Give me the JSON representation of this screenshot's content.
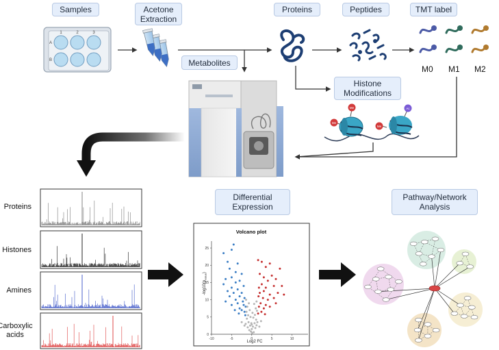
{
  "workflow": {
    "samples": "Samples",
    "acetone_extraction": "Acetone Extraction",
    "metabolites": "Metabolites",
    "proteins": "Proteins",
    "peptides": "Peptides",
    "tmt_label": "TMT label",
    "histone_modifications": "Histone Modifications",
    "tmt_channels": [
      "M0",
      "M1",
      "M2"
    ],
    "tmt_colors": [
      "#4b5aa6",
      "#2f6b5c",
      "#b07a2e"
    ],
    "histone_marks": [
      "Me",
      "Ac"
    ],
    "plate_columns": [
      "1",
      "2",
      "3"
    ],
    "plate_rows": [
      "A",
      "B"
    ]
  },
  "spectra": {
    "panels": [
      {
        "label": "Proteins",
        "color": "#8e8e8e"
      },
      {
        "label": "Histones",
        "color": "#3a3a3a"
      },
      {
        "label": "Amines",
        "color": "#5a6fd0"
      },
      {
        "label": "Carboxylic acids",
        "color": "#e25a5a"
      }
    ]
  },
  "analysis": {
    "differential_expression": "Differential Expression",
    "pathway_network": "Pathway/Network Analysis"
  },
  "chart_data": {
    "type": "scatter",
    "title": "Volcano plot",
    "xlabel": "Log2 FC",
    "ylabel": "-log10(p",
    "ylabel_sub": "value",
    "ylabel_close": ")",
    "xlim": [
      -10,
      14
    ],
    "ylim": [
      0,
      27
    ],
    "x_ticks": [
      "-10",
      "-5",
      "0",
      "5",
      "10"
    ],
    "y_ticks": [
      "0",
      "5",
      "10",
      "15",
      "20",
      "25"
    ],
    "series": [
      {
        "color": "#3a7dc4",
        "points": [
          [
            -7,
            23.5
          ],
          [
            -5,
            24.5
          ],
          [
            -4.5,
            26
          ],
          [
            -6,
            21
          ],
          [
            -3.5,
            20.5
          ],
          [
            -5.5,
            19
          ],
          [
            -4,
            18
          ],
          [
            -2.5,
            17.5
          ],
          [
            -6.5,
            16
          ],
          [
            -5,
            16.5
          ],
          [
            -3,
            15.5
          ],
          [
            -4,
            15
          ],
          [
            -7,
            14.5
          ],
          [
            -2,
            14
          ],
          [
            -5,
            13.5
          ],
          [
            -3.5,
            13
          ],
          [
            -6,
            12.5
          ],
          [
            -4.5,
            12
          ],
          [
            -2.5,
            12
          ],
          [
            -3,
            11
          ],
          [
            -5.5,
            11
          ],
          [
            -1.8,
            10.5
          ],
          [
            -4,
            10
          ],
          [
            -2.2,
            9.5
          ],
          [
            -3.5,
            9
          ],
          [
            -6.5,
            9.5
          ],
          [
            -2,
            8.5
          ],
          [
            -5,
            8.5
          ],
          [
            -1.5,
            8
          ],
          [
            -3,
            7.5
          ],
          [
            -2.5,
            7
          ],
          [
            -4.2,
            7
          ],
          [
            -1.8,
            6.5
          ],
          [
            -3.2,
            6
          ],
          [
            -1.6,
            5.5
          ]
        ]
      },
      {
        "color": "#c53030",
        "points": [
          [
            1.6,
            21.5
          ],
          [
            2.5,
            21
          ],
          [
            3.5,
            19.5
          ],
          [
            4.5,
            20.5
          ],
          [
            7,
            19
          ],
          [
            2,
            17.5
          ],
          [
            3,
            16.5
          ],
          [
            5,
            17
          ],
          [
            4,
            15.5
          ],
          [
            6,
            16
          ],
          [
            2.5,
            14.5
          ],
          [
            1.8,
            13.5
          ],
          [
            3.5,
            13.5
          ],
          [
            5.5,
            14
          ],
          [
            7.5,
            14
          ],
          [
            2,
            12
          ],
          [
            3,
            12.5
          ],
          [
            4.5,
            11.5
          ],
          [
            6.5,
            12
          ],
          [
            1.7,
            11
          ],
          [
            2.8,
            10.5
          ],
          [
            4,
            10
          ],
          [
            5.5,
            10.5
          ],
          [
            2.2,
            9
          ],
          [
            3.5,
            8.5
          ],
          [
            1.8,
            8
          ],
          [
            3,
            7.5
          ],
          [
            4.5,
            8
          ],
          [
            6,
            9
          ],
          [
            2.4,
            6.5
          ],
          [
            1.6,
            6
          ],
          [
            3.3,
            5.8
          ],
          [
            8,
            11.5
          ]
        ]
      },
      {
        "color": "#b5b5b5",
        "points": [
          [
            -1.2,
            4.5
          ],
          [
            -0.8,
            3.5
          ],
          [
            -0.4,
            2.5
          ],
          [
            0,
            1.5
          ],
          [
            0.3,
            2.2
          ],
          [
            0.7,
            3.2
          ],
          [
            1.1,
            4.2
          ],
          [
            -1.5,
            3
          ],
          [
            1.4,
            3.5
          ],
          [
            -0.2,
            0.8
          ],
          [
            0.5,
            0.6
          ],
          [
            -0.6,
            1.2
          ],
          [
            0.9,
            1.8
          ],
          [
            -1,
            2
          ],
          [
            1.2,
            2.6
          ],
          [
            0.1,
            0.4
          ],
          [
            -0.3,
            5
          ],
          [
            0.4,
            4.8
          ],
          [
            -0.9,
            5.5
          ],
          [
            0.8,
            5.6
          ],
          [
            -1.3,
            6.5
          ],
          [
            1.3,
            6.8
          ],
          [
            -0.5,
            7
          ],
          [
            0.2,
            6.2
          ],
          [
            -1.1,
            8
          ],
          [
            1,
            7.5
          ],
          [
            -0.7,
            9
          ],
          [
            0.6,
            8.8
          ],
          [
            -1.4,
            10
          ],
          [
            1.2,
            9.5
          ],
          [
            -2.5,
            3.5
          ],
          [
            2.3,
            3.8
          ],
          [
            -1.8,
            2.5
          ],
          [
            1.9,
            2.2
          ],
          [
            -0.1,
            3.2
          ],
          [
            0,
            2.8
          ]
        ]
      }
    ]
  }
}
